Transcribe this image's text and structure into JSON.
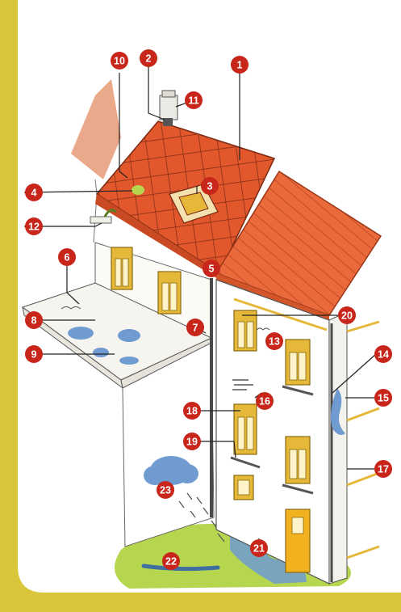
{
  "figure": {
    "frame_color": "#d9c63a",
    "callout_color": "#c8261b",
    "roof_color": "#e2582c",
    "window_color": "#e5b83a",
    "callouts": [
      {
        "id": "1",
        "label": "1"
      },
      {
        "id": "2",
        "label": "2"
      },
      {
        "id": "3",
        "label": "3"
      },
      {
        "id": "4",
        "label": "4"
      },
      {
        "id": "5",
        "label": "5"
      },
      {
        "id": "6",
        "label": "6"
      },
      {
        "id": "7",
        "label": "7"
      },
      {
        "id": "8",
        "label": "8"
      },
      {
        "id": "9",
        "label": "9"
      },
      {
        "id": "10",
        "label": "10"
      },
      {
        "id": "11",
        "label": "11"
      },
      {
        "id": "12",
        "label": "12"
      },
      {
        "id": "13",
        "label": "13"
      },
      {
        "id": "14",
        "label": "14"
      },
      {
        "id": "15",
        "label": "15"
      },
      {
        "id": "16",
        "label": "16"
      },
      {
        "id": "17",
        "label": "17"
      },
      {
        "id": "18",
        "label": "18"
      },
      {
        "id": "19",
        "label": "19"
      },
      {
        "id": "20",
        "label": "20"
      },
      {
        "id": "21",
        "label": "21"
      },
      {
        "id": "22",
        "label": "22"
      },
      {
        "id": "23",
        "label": "23"
      }
    ]
  }
}
